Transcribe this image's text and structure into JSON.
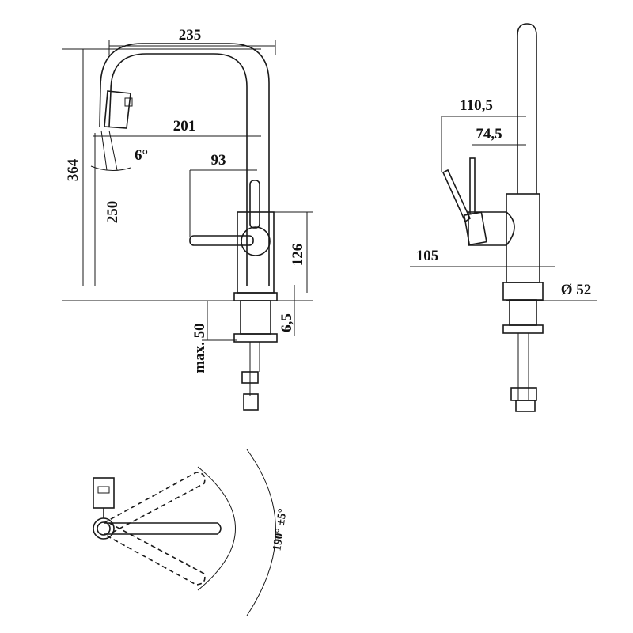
{
  "drawing": {
    "line_color": "#1a1a1a",
    "background": "#ffffff"
  },
  "front_view": {
    "width_total": "235",
    "spout_reach": "201",
    "handle_reach": "93",
    "spray_angle": "6°",
    "height_total": "364",
    "spout_height": "250",
    "body_height": "126",
    "base_thickness": "6,5",
    "max_counter": "max. 50"
  },
  "side_view": {
    "lever_reach": "110,5",
    "lever_offset": "74,5",
    "body_projection": "105",
    "base_diameter": "Ø 52"
  },
  "top_view": {
    "rotation": "190° ±5°"
  }
}
